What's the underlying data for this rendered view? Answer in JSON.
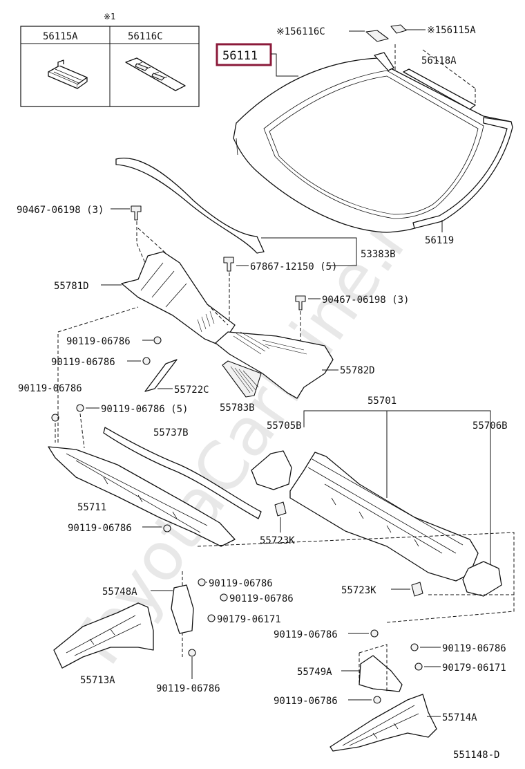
{
  "watermark": "ToyotaCarMine.ru",
  "inset": {
    "note_mark": "※1",
    "headers": [
      "56115A",
      "56116C"
    ]
  },
  "highlight": {
    "part_no": "56111",
    "color": "#8b1a3a"
  },
  "labels": {
    "l56116C": "※156116C",
    "l56115A": "※156115A",
    "l56118A": "56118A",
    "l56119": "56119",
    "l53383B": "53383B",
    "l90467a": "90467-06198 (3)",
    "l67867": "67867-12150 (5)",
    "l55781D": "55781D",
    "l90467b": "90467-06198 (3)",
    "l90119a": "90119-06786",
    "l90119b": "90119-06786",
    "l55722C": "55722C",
    "l55782D": "55782D",
    "l90119c": "90119-06786",
    "l90119d": "90119-06786 (5)",
    "l55783B": "55783B",
    "l55701": "55701",
    "l55705B": "55705B",
    "l55706B": "55706B",
    "l55737B": "55737B",
    "l55711": "55711",
    "l90119e": "90119-06786",
    "l55723Ka": "55723K",
    "l90119f": "90119-06786",
    "l55748A": "55748A",
    "l90119g": "90119-06786",
    "l90179a": "90179-06171",
    "l55723Kb": "55723K",
    "l90119h": "90119-06786",
    "l90119i": "90119-06786",
    "l55713A": "55713A",
    "l90119j": "90119-06786",
    "l55749A": "55749A",
    "l90179b": "90179-06171",
    "l90119k": "90119-06786",
    "l55714A": "55714A",
    "diagram_id": "551148-D"
  }
}
